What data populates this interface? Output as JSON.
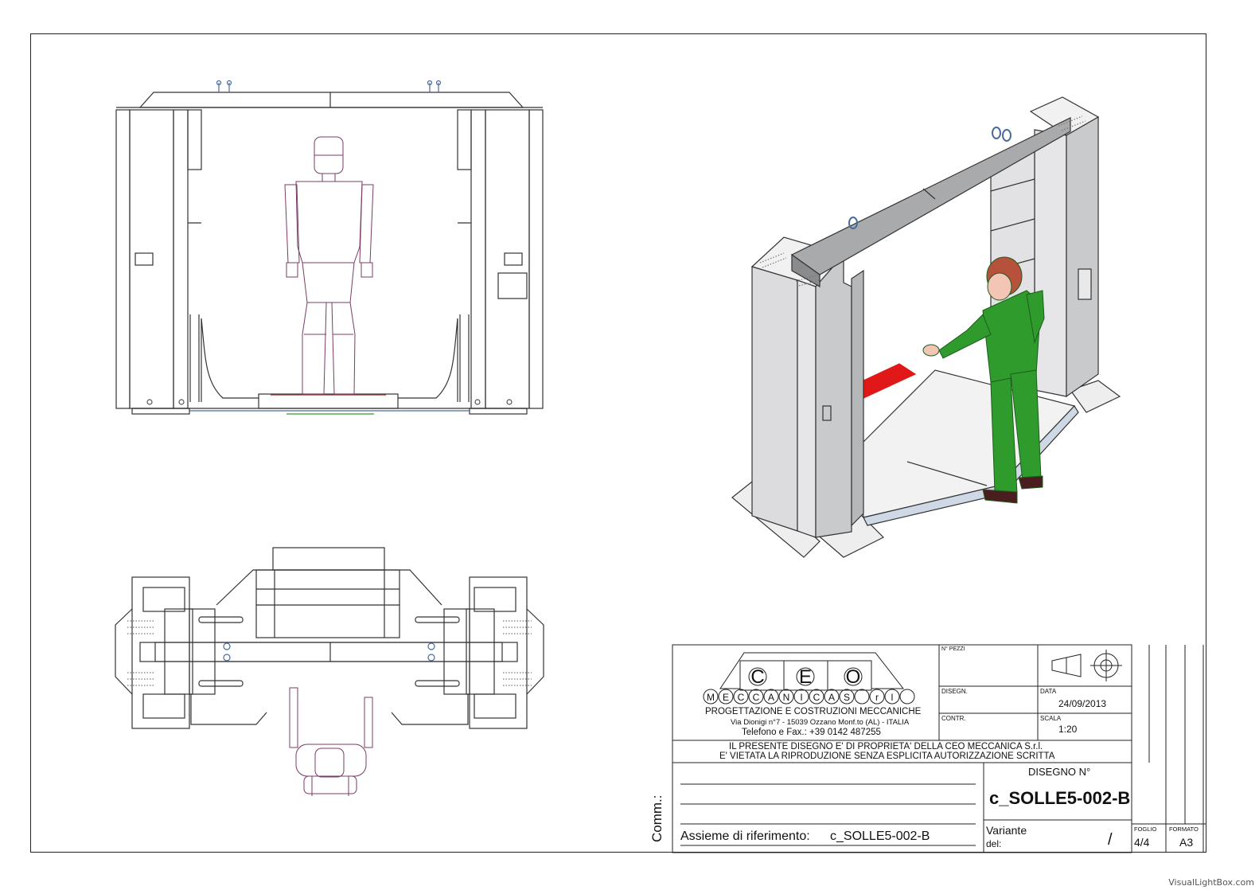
{
  "colors": {
    "line": "#333333",
    "frame": "#222222",
    "gray_fill": "#d9dadc",
    "dark_gray": "#9fa1a4",
    "figure_outline": "#7a3b66",
    "green_figure": "#2e9b2c",
    "red_ramp": "#e01818",
    "skin": "#f2c5b4",
    "hair": "#b6523c"
  },
  "logo": {
    "top_letters": [
      "C",
      "E",
      "O"
    ],
    "bottom_letters": [
      "M",
      "E",
      "C",
      "C",
      "A",
      "N",
      "I",
      "C",
      "A",
      "S",
      "r",
      "l"
    ],
    "tagline": "PROGETTAZIONE E COSTRUZIONI MECCANICHE",
    "address": "Via Dionigi n°7 - 15039 Ozzano Monf.to (AL) - ITALIA",
    "phone": "Telefono e Fax.: +39 0142 487255"
  },
  "title_block": {
    "pezzi_label": "N° PEZZI",
    "disegn_label": "DISEGN.",
    "contr_label": "CONTR.",
    "data_label": "DATA",
    "data_value": "24/09/2013",
    "scala_label": "SCALA",
    "scala_value": "1:20",
    "notice_line1": "IL PRESENTE DISEGNO E' DI PROPRIETA' DELLA CEO MECCANICA S.r.l.",
    "notice_line2": "E' VIETATA LA RIPRODUZIONE SENZA ESPLICITA AUTORIZZAZIONE SCRITTA",
    "disegno_label": "DISEGNO N°",
    "disegno_value": "c_SOLLE5-002-B",
    "assieme_label": "Assieme di riferimento:",
    "assieme_value": "c_SOLLE5-002-B",
    "variante_label": "Variante",
    "del_label": "del:",
    "slash": "/",
    "foglio_label": "FOGLIO",
    "foglio_value": "4/4",
    "formato_label": "FORMATO",
    "formato_value": "A3",
    "comm_label": "Comm.:"
  },
  "watermark": "VisualLightBox.com"
}
